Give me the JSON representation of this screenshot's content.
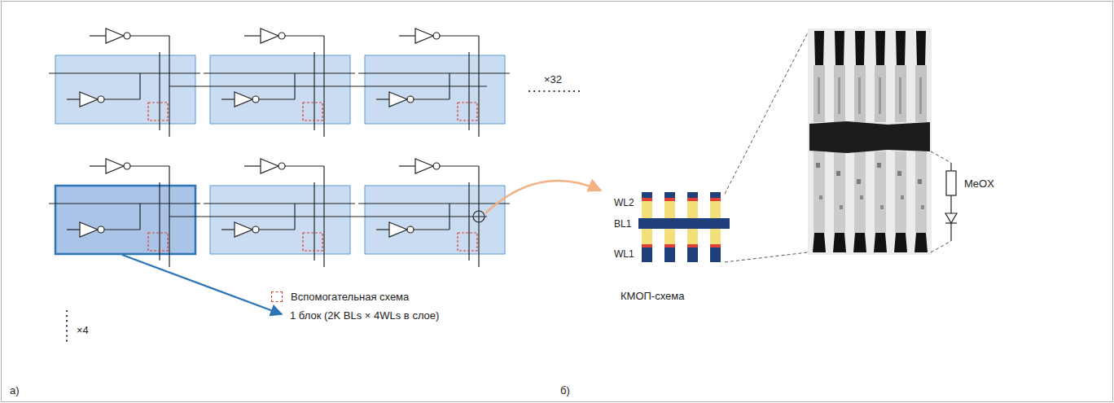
{
  "diagram": {
    "labels": [
      "×32",
      "×4",
      "1 блок (2K BLs × 4WLs в слое)",
      "а)",
      "WL2",
      "BL1",
      "WL1",
      "MeOX",
      "КМОП-схема",
      "б)"
    ],
    "legend": [
      {
        "text": "Вспомогательная схема"
      }
    ]
  }
}
